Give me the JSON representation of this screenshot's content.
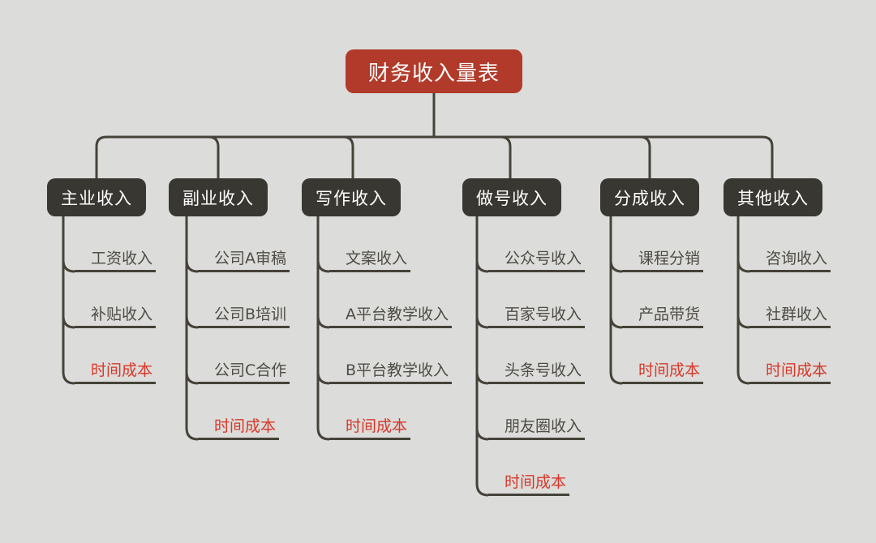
{
  "title": "财务收入量表",
  "colors": {
    "background": "#dcdcda",
    "root_node_bg": "#b13a2a",
    "branch_node_bg": "#393731",
    "connector_line": "#454239",
    "leaf_text": "#4e4c45",
    "cost_text": "#d6382a",
    "node_text": "#ffffff"
  },
  "tree": {
    "root": {
      "label": "财务收入量表"
    },
    "branches": [
      {
        "label": "主业收入",
        "children": [
          {
            "text": "工资收入",
            "cost": false
          },
          {
            "text": "补贴收入",
            "cost": false
          },
          {
            "text": "时间成本",
            "cost": true
          }
        ]
      },
      {
        "label": "副业收入",
        "children": [
          {
            "text": "公司A审稿",
            "cost": false
          },
          {
            "text": "公司B培训",
            "cost": false
          },
          {
            "text": "公司C合作",
            "cost": false
          },
          {
            "text": "时间成本",
            "cost": true
          }
        ]
      },
      {
        "label": "写作收入",
        "children": [
          {
            "text": "文案收入",
            "cost": false
          },
          {
            "text": "A平台教学收入",
            "cost": false
          },
          {
            "text": "B平台教学收入",
            "cost": false
          },
          {
            "text": "时间成本",
            "cost": true
          }
        ]
      },
      {
        "label": "做号收入",
        "children": [
          {
            "text": "公众号收入",
            "cost": false
          },
          {
            "text": "百家号收入",
            "cost": false
          },
          {
            "text": "头条号收入",
            "cost": false
          },
          {
            "text": "朋友圈收入",
            "cost": false
          },
          {
            "text": "时间成本",
            "cost": true
          }
        ]
      },
      {
        "label": "分成收入",
        "children": [
          {
            "text": "课程分销",
            "cost": false
          },
          {
            "text": "产品带货",
            "cost": false
          },
          {
            "text": "时间成本",
            "cost": true
          }
        ]
      },
      {
        "label": "其他收入",
        "children": [
          {
            "text": "咨询收入",
            "cost": false
          },
          {
            "text": "社群收入",
            "cost": false
          },
          {
            "text": "时间成本",
            "cost": true
          }
        ]
      }
    ]
  }
}
